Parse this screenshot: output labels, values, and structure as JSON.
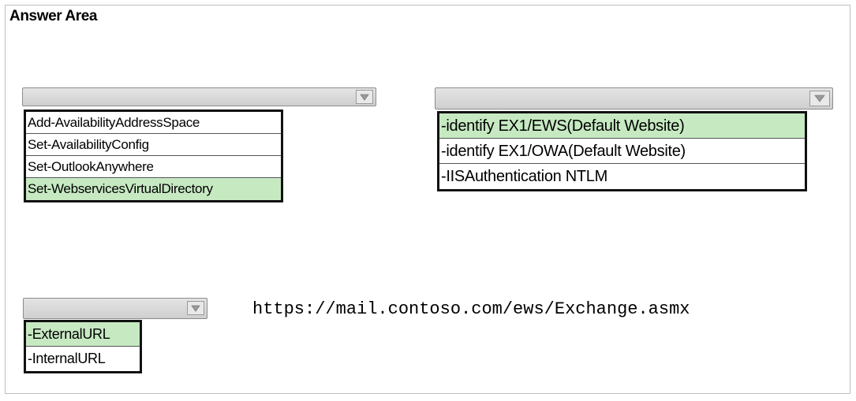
{
  "title": "Answer Area",
  "dropdown1": {
    "value": "",
    "options": [
      {
        "label": "Add-AvailabilityAddressSpace",
        "selected": false
      },
      {
        "label": "Set-AvailabilityConfig",
        "selected": false
      },
      {
        "label": "Set-OutlookAnywhere",
        "selected": false
      },
      {
        "label": "Set-WebservicesVirtualDirectory",
        "selected": true
      }
    ]
  },
  "dropdown2": {
    "value": "",
    "options": [
      {
        "label": "-identify EX1/EWS(Default Website)",
        "selected": true
      },
      {
        "label": "-identify EX1/OWA(Default Website)",
        "selected": false
      },
      {
        "label": "-IISAuthentication NTLM",
        "selected": false
      }
    ]
  },
  "dropdown3": {
    "value": "",
    "options": [
      {
        "label": "-ExternalURL",
        "selected": true
      },
      {
        "label": "-InternalURL",
        "selected": false
      }
    ]
  },
  "url_text": "https://mail.contoso.com/ews/Exchange.asmx",
  "colors": {
    "selected_option": "#c6e9c2",
    "list_border": "#111111",
    "frame_border": "#bfbfbf"
  },
  "icons": {
    "dropdown_arrow": "triangle-down-icon"
  }
}
